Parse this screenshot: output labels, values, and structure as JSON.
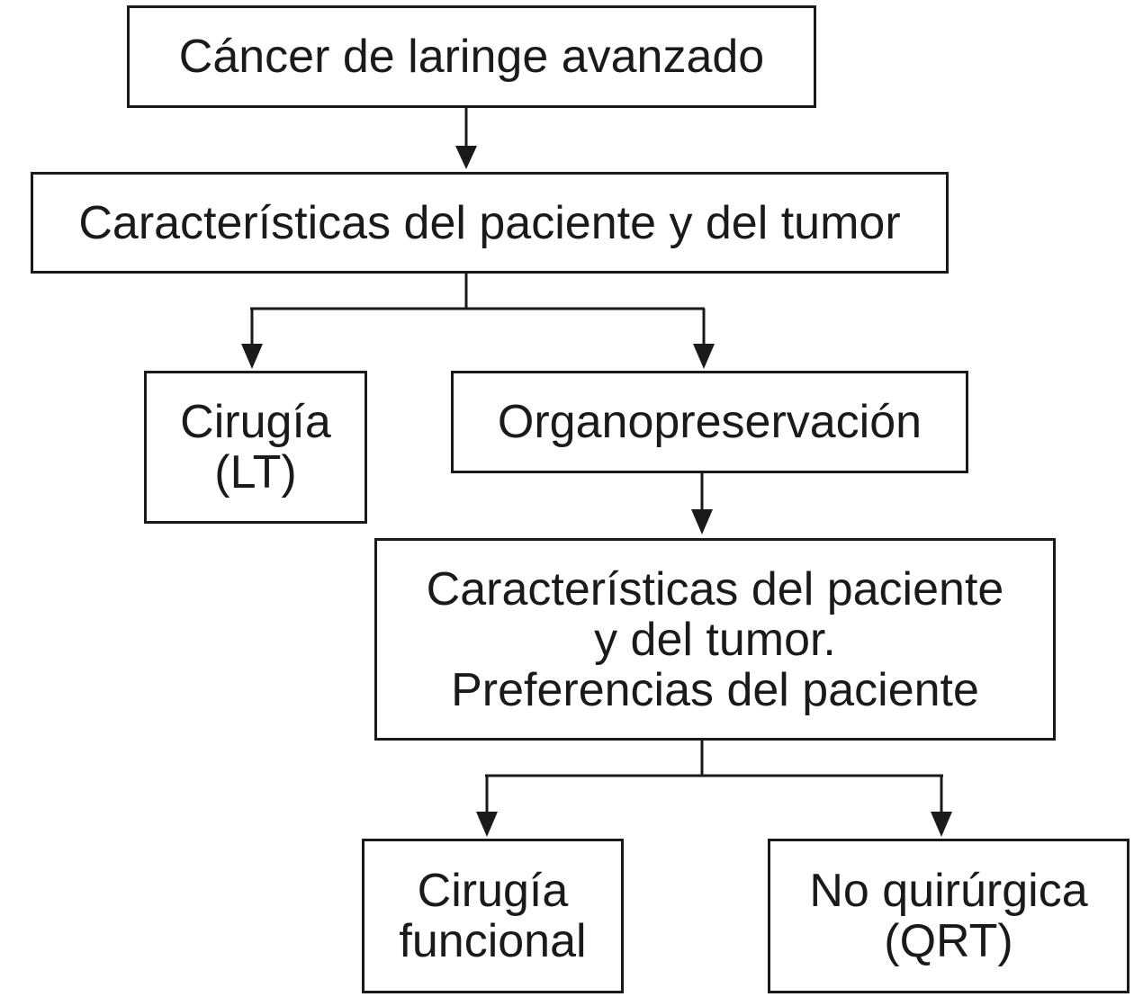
{
  "nodes": {
    "root": "Cáncer de laringe avanzado",
    "characteristics": "Características del paciente y del tumor",
    "surgery_lt": "Cirugía\n(LT)",
    "organ_preservation": "Organopreservación",
    "characteristics_preferences": "Características del paciente\ny del tumor.\nPreferencias del paciente",
    "functional_surgery": "Cirugía\nfuncional",
    "non_surgical_qrt": "No quirúrgica\n(QRT)"
  },
  "edges": [
    {
      "from": "root",
      "to": "characteristics"
    },
    {
      "from": "characteristics",
      "to": "surgery_lt"
    },
    {
      "from": "characteristics",
      "to": "organ_preservation"
    },
    {
      "from": "organ_preservation",
      "to": "characteristics_preferences"
    },
    {
      "from": "characteristics_preferences",
      "to": "functional_surgery"
    },
    {
      "from": "characteristics_preferences",
      "to": "non_surgical_qrt"
    }
  ]
}
